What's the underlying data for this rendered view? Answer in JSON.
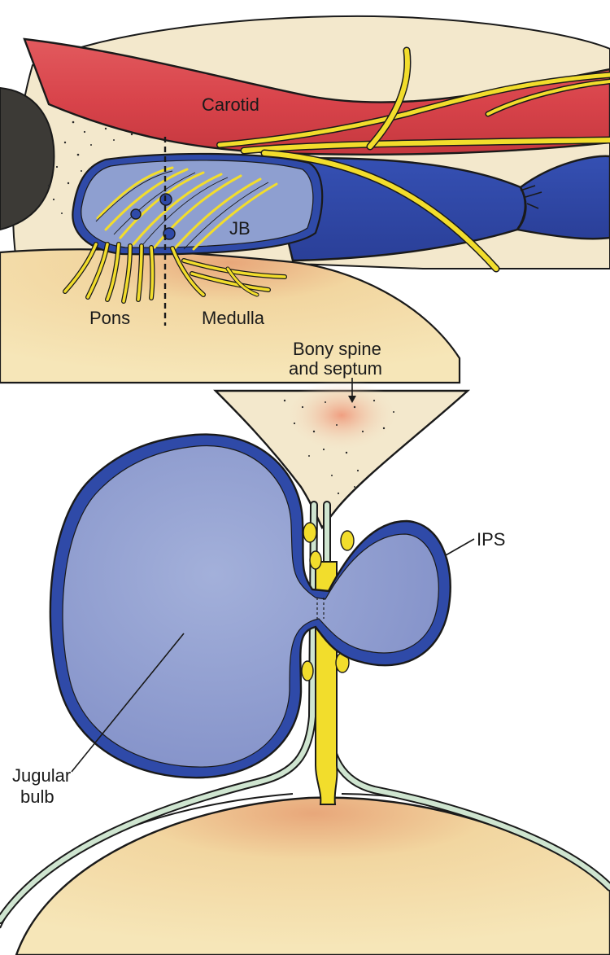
{
  "top_panel": {
    "labels": {
      "carotid": "Carotid",
      "jb": "JB",
      "pons": "Pons",
      "medulla": "Medulla"
    }
  },
  "bottom_panel": {
    "labels": {
      "bony_spine_line1": "Bony spine",
      "bony_spine_line2": "and septum",
      "ips": "IPS",
      "jugular_line1": "Jugular",
      "jugular_line2": "bulb"
    }
  },
  "colors": {
    "carotid_red": "#d8434a",
    "vein_blue": "#2f4aa8",
    "vein_light": "#8e9fd0",
    "nerve_yellow": "#f2dd2c",
    "bone_cream": "#f3e8cc",
    "brain_beige": "#f1dda6",
    "outline": "#1a1a1a"
  }
}
